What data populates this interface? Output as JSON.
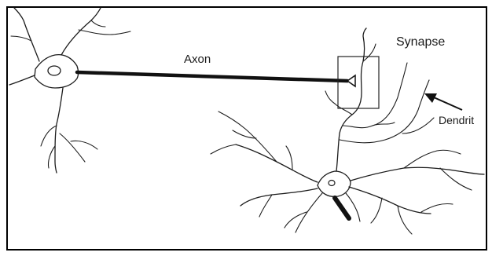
{
  "labels": {
    "axon": "Axon",
    "synapse": "Synapse",
    "dendrite": "Dendrit"
  }
}
